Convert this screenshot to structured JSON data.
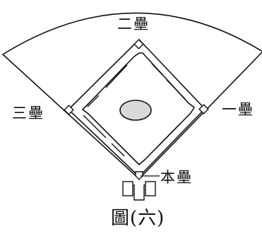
{
  "labels": {
    "second_base": "二壘",
    "third_base": "三壘",
    "first_base": "一壘",
    "home_plate": "本壘"
  },
  "caption": "圖(六)",
  "colors": {
    "line": "#111111",
    "mound": "#d9d9d9",
    "background": "#ffffff"
  }
}
